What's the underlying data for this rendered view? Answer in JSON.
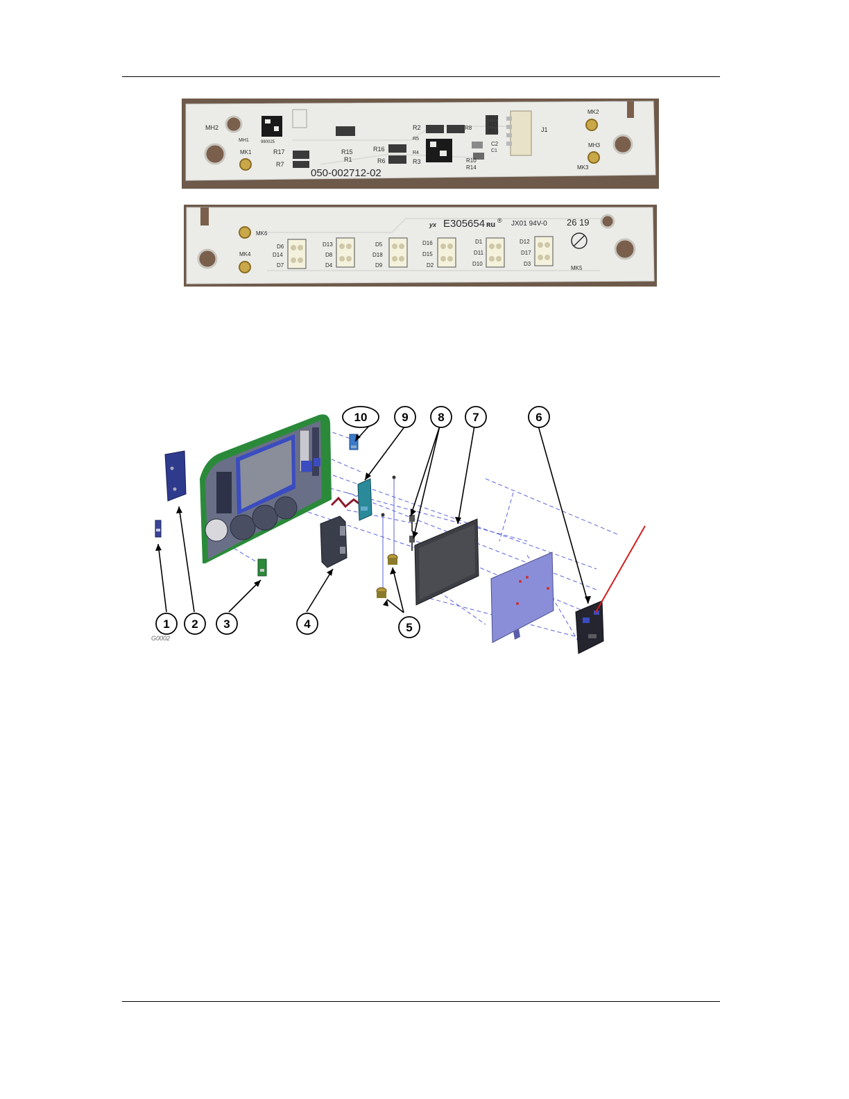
{
  "pcb_top": {
    "mounting_labels": [
      "MH2",
      "MH1",
      "MK1",
      "MK2",
      "MH3",
      "MK3"
    ],
    "component_labels": [
      "R17",
      "R7",
      "R15",
      "R1",
      "R16",
      "R6",
      "R2",
      "R5",
      "R4",
      "R3",
      "R8",
      "R12",
      "R11",
      "R13",
      "J1",
      "C2",
      "C1",
      "R10",
      "R14"
    ],
    "part_number": "050-002712-02",
    "barcode_code": "980025"
  },
  "pcb_bottom": {
    "mounting_labels": [
      "MK6",
      "MK4",
      "MK5"
    ],
    "manufacturer_mark": "E305654",
    "ul_mark": "®",
    "rating_text": "JX01 94V-0",
    "date_code": "26 19",
    "led_labels": [
      "D6",
      "D14",
      "D7",
      "D13",
      "D8",
      "D4",
      "D5",
      "D18",
      "D9",
      "D16",
      "D15",
      "D2",
      "D1",
      "D11",
      "D10",
      "D12",
      "D17",
      "D3"
    ]
  },
  "diagram": {
    "callouts": [
      "1",
      "2",
      "3",
      "4",
      "5",
      "5",
      "6",
      "7",
      "8",
      "9",
      "10"
    ],
    "drawing_code": "G0002"
  }
}
